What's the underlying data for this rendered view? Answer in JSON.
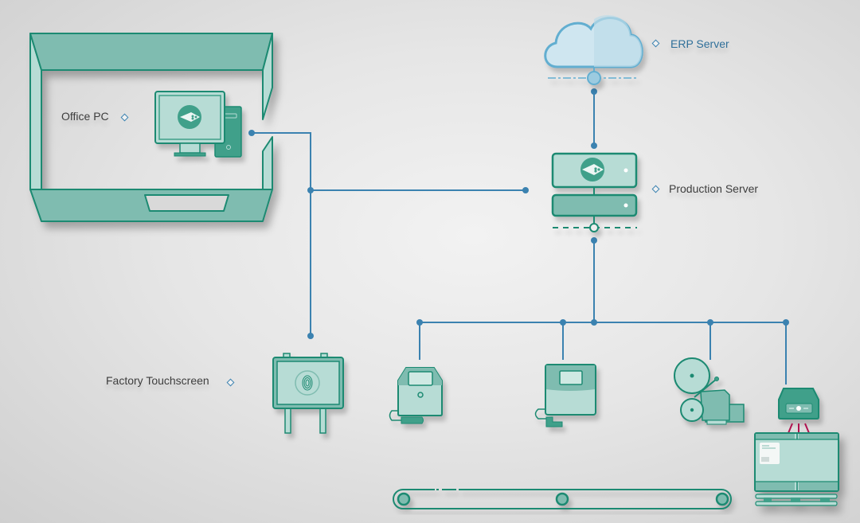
{
  "nodes": {
    "erp_server": {
      "label": "ERP Server",
      "icon": "cloud-icon"
    },
    "office_pc": {
      "label": "Office PC",
      "icon": "desktop-computer-icon"
    },
    "production_server": {
      "label": "Production Server",
      "icon": "server-rack-icon"
    },
    "factory_touchscreen": {
      "label": "Factory Touchscreen",
      "icon": "touchscreen-fingerprint-icon"
    },
    "devices": [
      {
        "name": "inkjet-printer",
        "icon": "inkjet-printer-icon"
      },
      {
        "name": "laser-coder",
        "icon": "coder-unit-icon"
      },
      {
        "name": "label-applicator",
        "icon": "label-applicator-icon"
      },
      {
        "name": "barcode-scanner",
        "icon": "barcode-scanner-icon"
      }
    ],
    "pallet": {
      "icon": "pallet-box-icon"
    },
    "conveyor": {
      "icon": "conveyor-belt-icon"
    }
  },
  "colors": {
    "teal_dark": "#1e8a72",
    "teal_mid": "#7fbcb0",
    "teal_light": "#b7dcd5",
    "teal_fill": "#3fa08a",
    "line_blue": "#3b82b0",
    "cloud_fill": "#cfe6f0",
    "cloud_stroke": "#62aed0",
    "scanner_beam": "#b0124f"
  }
}
